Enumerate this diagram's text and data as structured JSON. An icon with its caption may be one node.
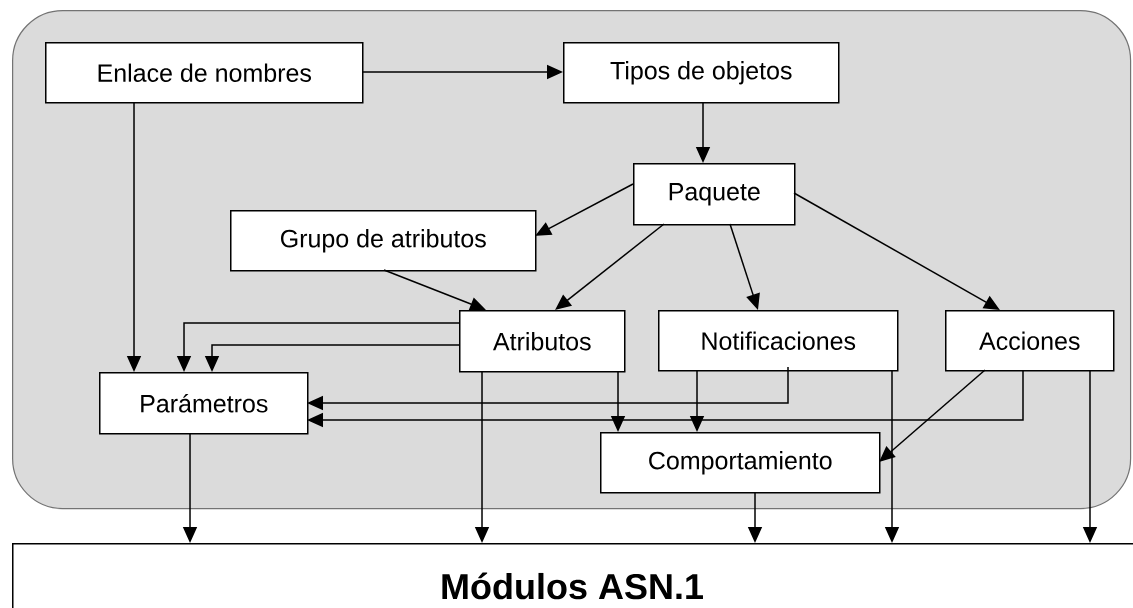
{
  "diagram": {
    "nodes": [
      {
        "text": [],
        "shape": "box"
      },
      {
        "text": [
          "Enlace de nombres"
        ],
        "in": 0
      },
      {
        "text": [
          "Tipos de objetos"
        ],
        "in": 0
      },
      {
        "text": [
          "Paquete"
        ],
        "in": 0
      },
      {
        "text": [
          "Grupo de atributos"
        ],
        "in": 0
      },
      {
        "text": [
          "Atributos"
        ],
        "in": 0
      },
      {
        "text": [
          "Notificaciones"
        ],
        "in": 0
      },
      {
        "text": [
          "Acciones"
        ],
        "in": 0
      },
      {
        "text": [
          "Parámetros"
        ],
        "in": 0
      },
      {
        "text": [
          "Comportamiento"
        ],
        "in": 0
      },
      {
        "text": [
          "**Módulos ASN.1**"
        ]
      }
    ],
    "edges": [
      {
        "from": 1,
        "to": 2,
        "arrow": "to"
      },
      {
        "from": 2,
        "to": 3,
        "arrow": "to"
      },
      {
        "from": 1,
        "to": 8,
        "arrow": "to"
      },
      {
        "from": 3,
        "to": 4,
        "arrow": "to"
      },
      {
        "from": 3,
        "to": 5,
        "arrow": "to"
      },
      {
        "from": 3,
        "to": 6,
        "arrow": "to"
      },
      {
        "from": 3,
        "to": 7,
        "arrow": "to"
      },
      {
        "from": 4,
        "to": 5,
        "arrow": "to"
      },
      {
        "from": 5,
        "to": 8,
        "arrow": "to"
      },
      {
        "from": 5,
        "to": 8,
        "arrow": "to"
      },
      {
        "from": 5,
        "to": 9,
        "arrow": "to"
      },
      {
        "from": 5,
        "to": 10,
        "arrow": "to"
      },
      {
        "from": 6,
        "to": 8,
        "arrow": "to"
      },
      {
        "from": 6,
        "to": 9,
        "arrow": "to"
      },
      {
        "from": 6,
        "to": 10,
        "arrow": "to"
      },
      {
        "from": 7,
        "to": 8,
        "arrow": "to"
      },
      {
        "from": 7,
        "to": 9,
        "arrow": "to"
      },
      {
        "from": 7,
        "to": 10,
        "arrow": "to"
      },
      {
        "from": 8,
        "to": 10,
        "arrow": "to"
      },
      {
        "from": 9,
        "to": 10,
        "arrow": "to"
      }
    ]
  }
}
